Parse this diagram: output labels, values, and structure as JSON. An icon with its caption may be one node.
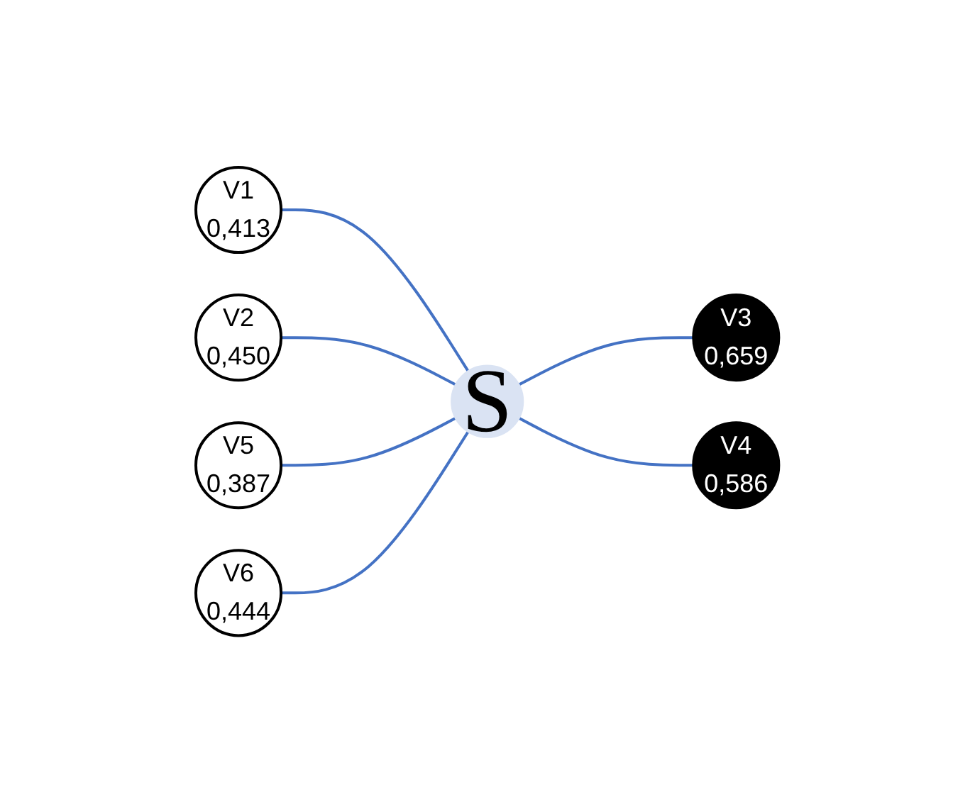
{
  "diagram": {
    "nodes": [
      {
        "text": [
          "V1",
          "0,413"
        ]
      },
      {
        "text": [
          "V2",
          "0,450"
        ]
      },
      {
        "text": [
          "V5",
          "0,387"
        ]
      },
      {
        "text": [
          "V6",
          "0,444"
        ]
      },
      {
        "text": [
          "S"
        ]
      },
      {
        "text": [
          "V3",
          "0,659"
        ]
      },
      {
        "text": [
          "V4",
          "0,586"
        ]
      }
    ],
    "edges": [
      {
        "from": 0,
        "to": 4,
        "arrow": "none"
      },
      {
        "from": 1,
        "to": 4,
        "arrow": "none"
      },
      {
        "from": 2,
        "to": 4,
        "arrow": "none"
      },
      {
        "from": 3,
        "to": 4,
        "arrow": "none"
      },
      {
        "from": 4,
        "to": 5,
        "arrow": "none"
      },
      {
        "from": 4,
        "to": 6,
        "arrow": "none"
      }
    ]
  }
}
